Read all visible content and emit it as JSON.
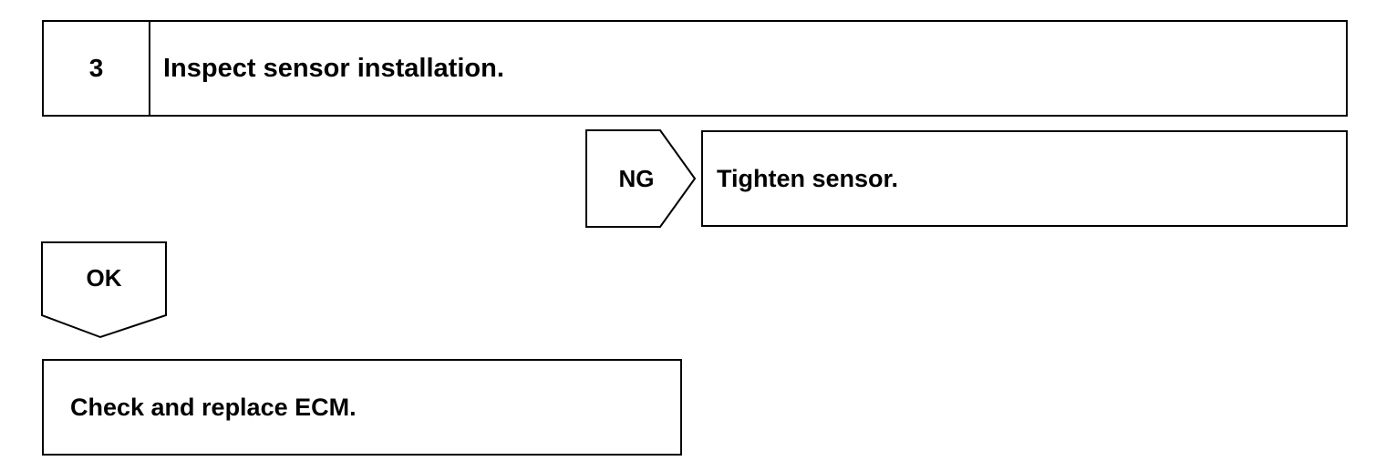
{
  "step": {
    "number": "3",
    "title": "Inspect sensor installation."
  },
  "ng_branch": {
    "label": "NG",
    "action": "Tighten sensor."
  },
  "ok_branch": {
    "label": "OK",
    "action": "Check and replace ECM."
  }
}
